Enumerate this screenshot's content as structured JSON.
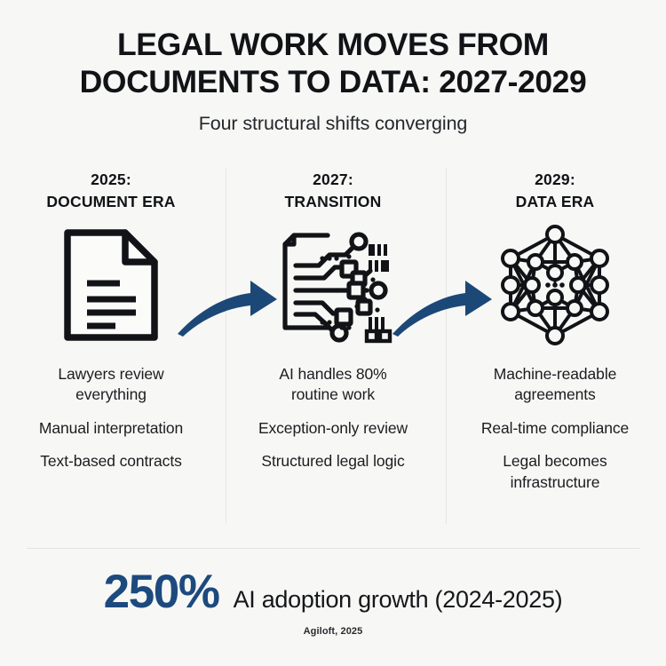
{
  "header": {
    "title": "LEGAL WORK MOVES FROM\nDOCUMENTS TO DATA: 2027-2029",
    "subtitle": "Four structural shifts converging"
  },
  "colors": {
    "background": "#f7f7f5",
    "text": "#15171a",
    "accent_navy": "#1c4a7e",
    "arrow_navy": "#1c4878",
    "divider": "#e6e6e4"
  },
  "columns": [
    {
      "heading": "2025:\nDOCUMENT ERA",
      "year": "2025:",
      "era": "DOCUMENT ERA",
      "icon": "document-page-icon",
      "bullets": [
        "Lawyers review\neverything",
        "Manual interpretation",
        "Text-based contracts"
      ]
    },
    {
      "heading": "2027:\nTRANSITION",
      "year": "2027:",
      "era": "TRANSITION",
      "icon": "document-to-circuit-icon",
      "bullets": [
        "AI handles 80%\nroutine work",
        "Exception-only review",
        "Structured legal logic"
      ]
    },
    {
      "heading": "2029:\nDATA ERA",
      "year": "2029:",
      "era": "DATA ERA",
      "icon": "network-graph-icon",
      "bullets": [
        "Machine-readable\nagreements",
        "Real-time compliance",
        "Legal becomes\ninfrastructure"
      ]
    }
  ],
  "arrows": [
    {
      "name": "curved-arrow-1",
      "from": "2025",
      "to": "2027"
    },
    {
      "name": "curved-arrow-2",
      "from": "2027",
      "to": "2029"
    }
  ],
  "footer": {
    "stat_number": "250%",
    "stat_label": "AI adoption growth (2024-2025)",
    "source": "Agiloft, 2025"
  }
}
